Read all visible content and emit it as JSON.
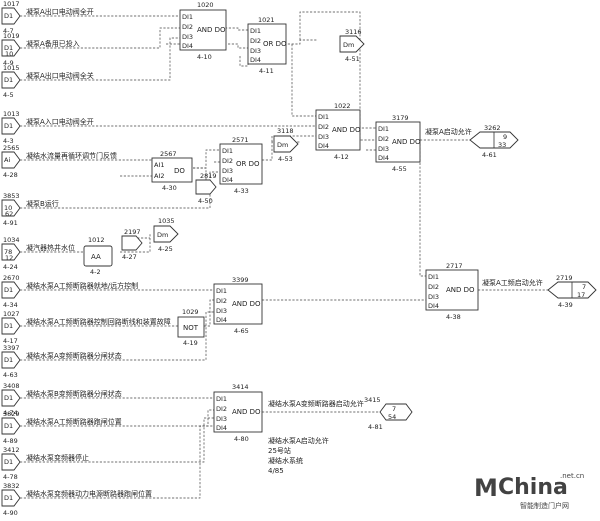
{
  "inputs": [
    {
      "num": "1017",
      "sym": "D1",
      "ref": "4-7",
      "text": "凝泵A出口电动阀全开"
    },
    {
      "num": "1019",
      "sym": "D1",
      "sub": "10",
      "ref": "4-9",
      "text": "凝泵A备用已投入"
    },
    {
      "num": "1015",
      "sym": "D1",
      "ref": "4-5",
      "text": "凝泵A出口电动阀全关"
    },
    {
      "num": "1013",
      "sym": "D1",
      "ref": "4-3",
      "text": "凝泵A入口电动阀全开"
    },
    {
      "num": "2565",
      "sym": "Ai",
      "ref": "4-28",
      "text": "凝结水流量再循环调节门反馈"
    },
    {
      "num": "3853",
      "sym": "10",
      "sub": "62",
      "ref": "4-91",
      "text": "凝泵B运行"
    },
    {
      "num": "1034",
      "sym": "78",
      "sub": "12",
      "ref": "4-24",
      "text": "凝汽器热井水位"
    },
    {
      "num": "2670",
      "sym": "D1",
      "ref": "4-34",
      "text": "凝结水泵A工频断路器就地/远方控制"
    },
    {
      "num": "1027",
      "sym": "D1",
      "ref": "4-17",
      "text": "凝结水泵A工频断路器控制回路断线和装置故障"
    },
    {
      "num": "3397",
      "sym": "D1",
      "ref": "4-63",
      "text": "凝结水泵A变频断路器分闸状态"
    },
    {
      "num": "3408",
      "sym": "D1",
      "ref": "4-74",
      "text": "凝结水泵B变频断路器分闸状态"
    },
    {
      "num": "3829",
      "sym": "D1",
      "ref": "4-89",
      "text": "凝结水泵A工频断路器跑闸位置"
    },
    {
      "num": "3412",
      "sym": "D1",
      "ref": "4-78",
      "text": "凝结水泵变频器停止"
    },
    {
      "num": "3832",
      "sym": "D1",
      "ref": "4-90",
      "text": "凝结水泵变频器动力电源断路器跑闸位置"
    }
  ],
  "blocks": {
    "b1020": {
      "num": "1020",
      "ref": "4-10",
      "fn": "AND DO",
      "pins": [
        "DI1",
        "DI2",
        "DI3",
        "DI4"
      ]
    },
    "b1021": {
      "num": "1021",
      "ref": "4-11",
      "fn": "OR DO",
      "pins": [
        "DI1",
        "DI2",
        "DI3",
        "DI4"
      ]
    },
    "b2567": {
      "num": "2567",
      "ref": "4-30",
      "fn": "DO",
      "pins": [
        "AI1",
        "AI2"
      ]
    },
    "b2571": {
      "num": "2571",
      "ref": "4-33",
      "fn": "OR DO",
      "pins": [
        "DI1",
        "DI2",
        "DI3",
        "DI4"
      ]
    },
    "b1022": {
      "num": "1022",
      "ref": "4-12",
      "fn": "AND DO",
      "pins": [
        "DI1",
        "DI2",
        "DI3",
        "DI4"
      ]
    },
    "b3179": {
      "num": "3179",
      "ref": "4-55",
      "fn": "AND DO",
      "pins": [
        "DI1",
        "DI2",
        "DI3",
        "DI4"
      ]
    },
    "b1012": {
      "num": "1012",
      "ref": "4-2",
      "fn": "AA"
    },
    "b3399": {
      "num": "3399",
      "ref": "4-65",
      "fn": "AND DO",
      "pins": [
        "DI1",
        "DI2",
        "DI3",
        "DI4"
      ]
    },
    "b1029": {
      "num": "1029",
      "ref": "4-19",
      "fn": "NOT"
    },
    "b2717": {
      "num": "2717",
      "ref": "4-38",
      "fn": "AND DO",
      "pins": [
        "DI1",
        "DI2",
        "DI3",
        "DI4"
      ]
    },
    "b3414": {
      "num": "3414",
      "ref": "4-80",
      "fn": "AND DO",
      "pins": [
        "DI1",
        "DI2",
        "DI3",
        "DI4"
      ]
    }
  },
  "relays": [
    {
      "num": "3116",
      "sym": "Dm",
      "ref": "4-51"
    },
    {
      "num": "3118",
      "sym": "Dm",
      "ref": "4-53"
    },
    {
      "num": "2819",
      "sym": "",
      "ref": "4-50"
    },
    {
      "num": "2197",
      "sym": "",
      "ref": "4-27"
    },
    {
      "num": "1035",
      "sym": "Dm",
      "ref": "4-25"
    }
  ],
  "outputs": [
    {
      "num": "3262",
      "a": "9",
      "b": "33",
      "ref": "4-61",
      "text": "凝泵A启动允许"
    },
    {
      "num": "2719",
      "a": "7",
      "b": "17",
      "ref": "4-39",
      "text": "凝泵A工频启动允许"
    },
    {
      "num": "3415",
      "a": "7",
      "b": "54",
      "ref": "4-81",
      "text": "凝结水泵A变频断路器启动允许"
    }
  ],
  "notes": [
    "凝结水泵A启动允许",
    "25号站",
    "凝结水系统",
    "4/85"
  ],
  "watermark": {
    "brand": "China",
    "domain": ".net.cn",
    "tagline": "智能制造门户网"
  },
  "colors": {
    "line": "#333333",
    "brand_blue": "#2b6fb8",
    "brand_green": "#3a9a3a"
  }
}
